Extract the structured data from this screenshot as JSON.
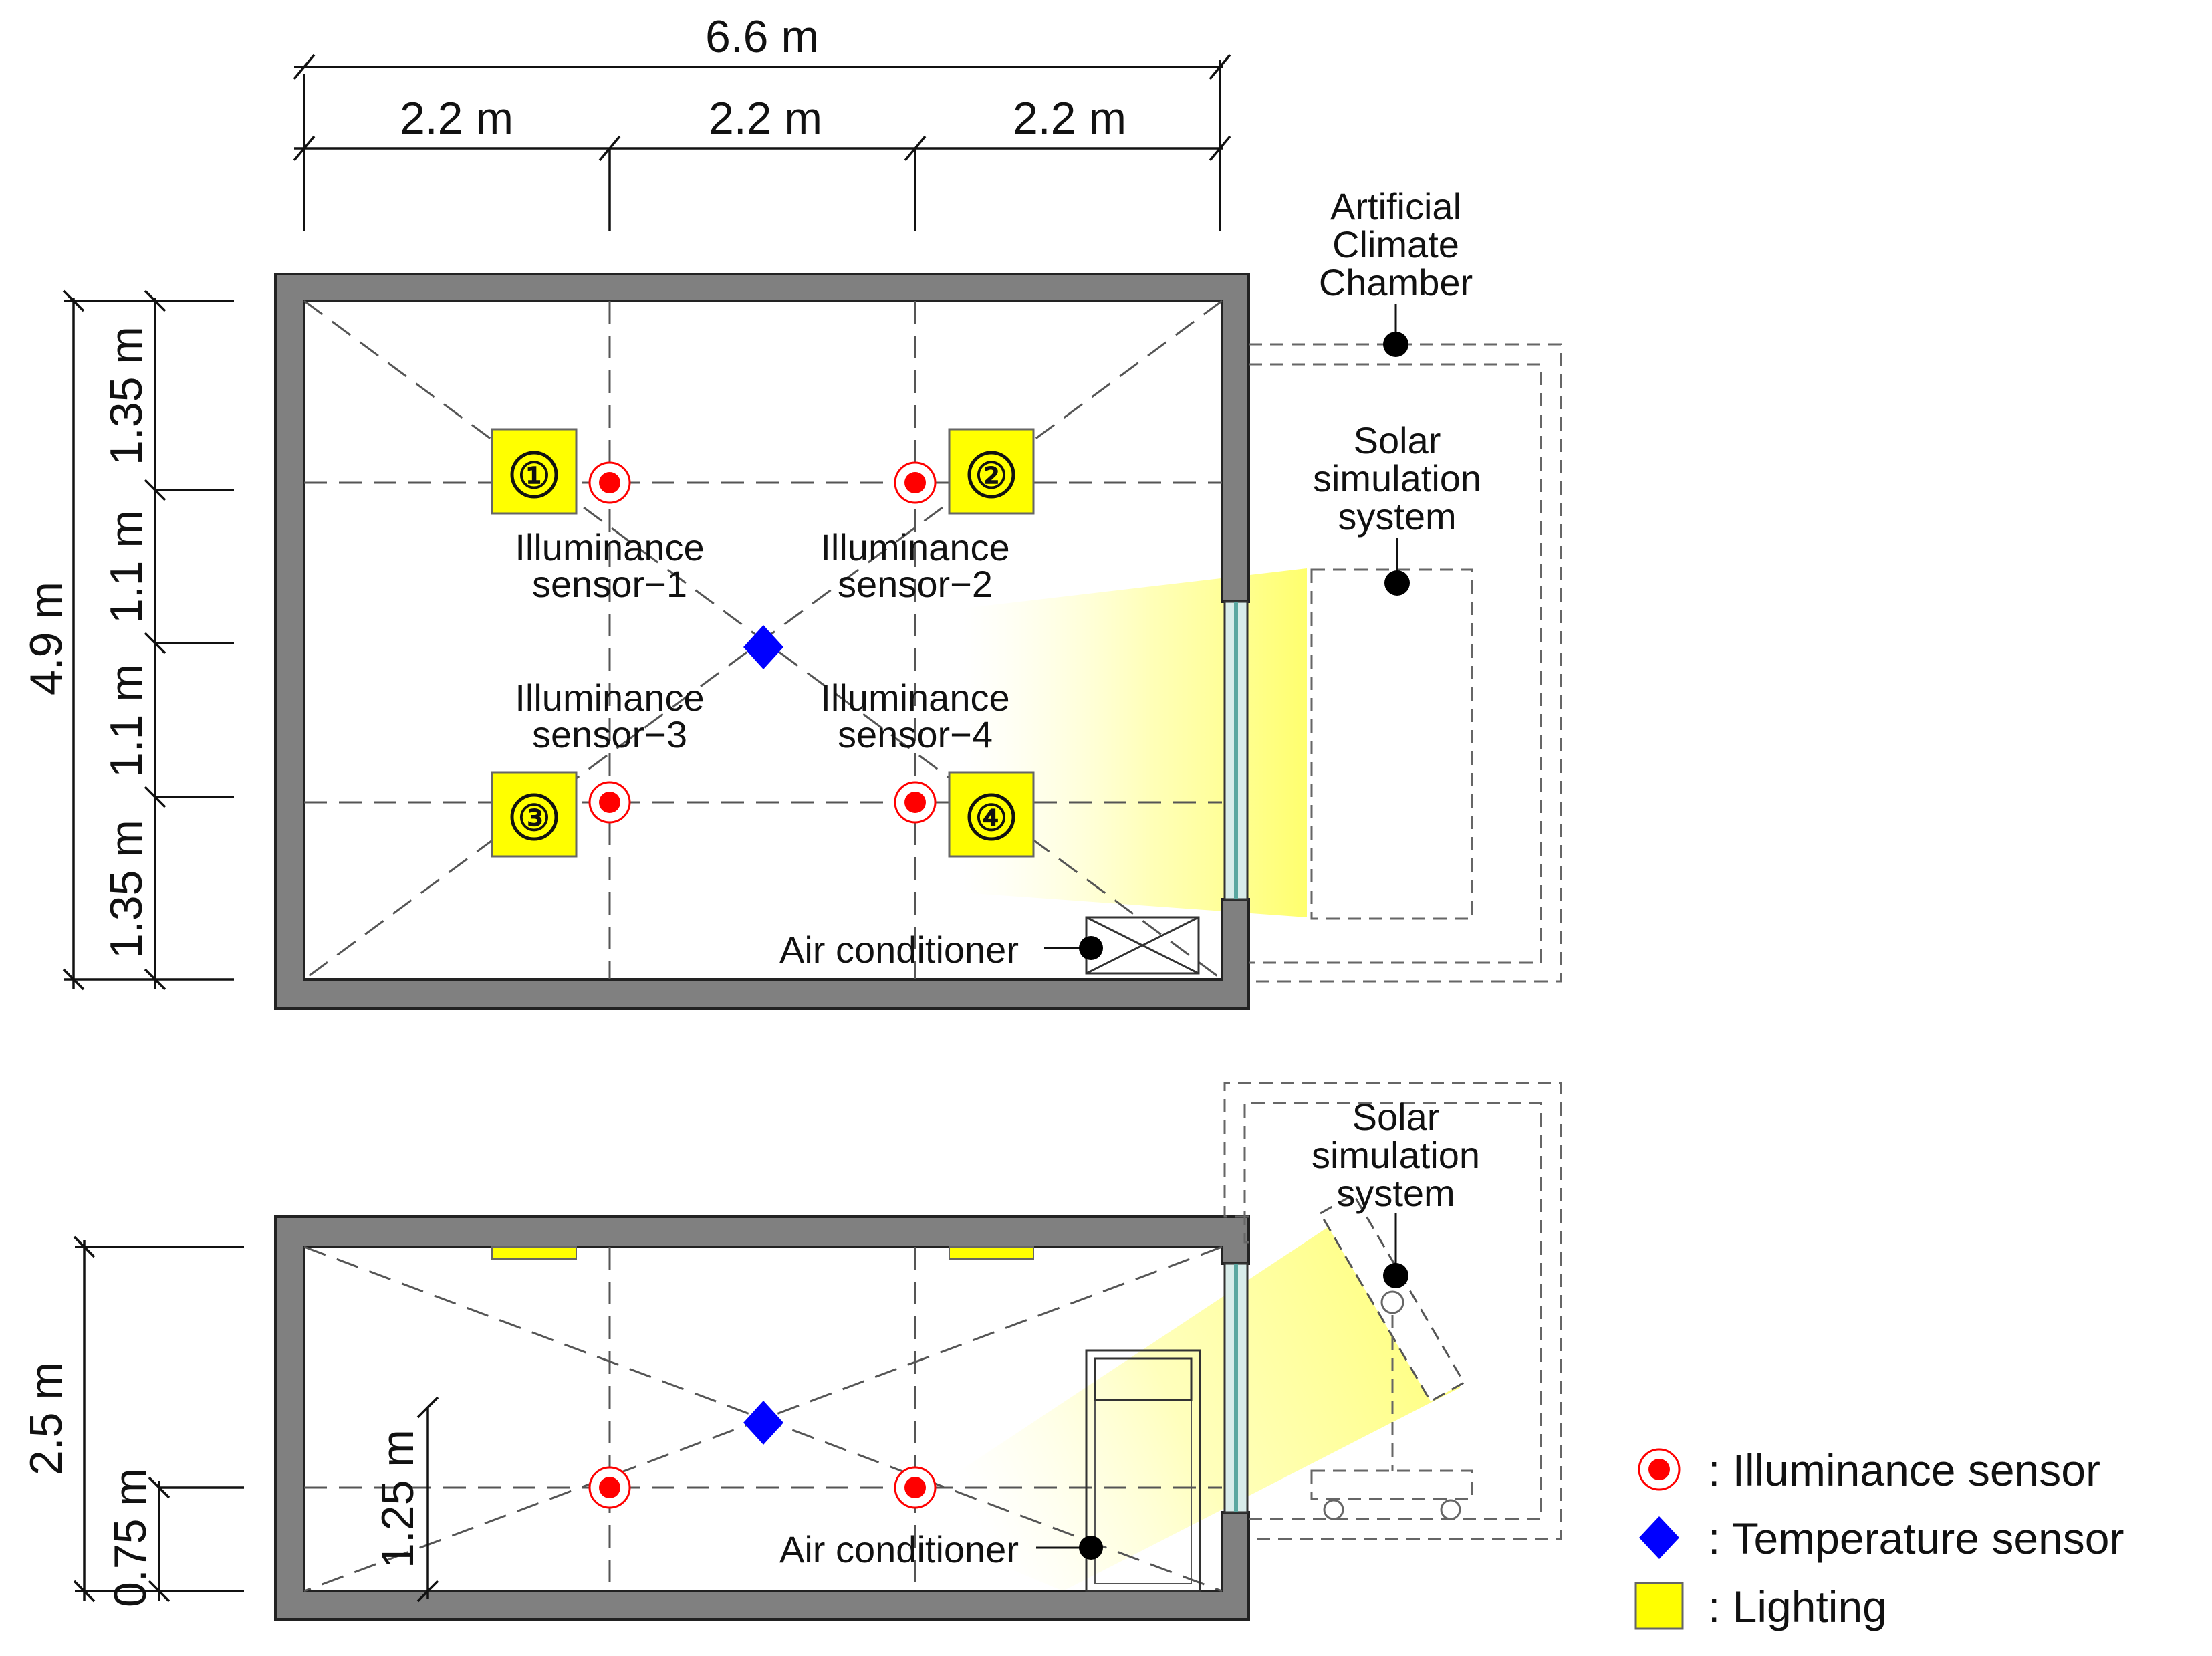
{
  "plan": {
    "total_width": "6.6 m",
    "width_segments": [
      "2.2 m",
      "2.2 m",
      "2.2 m"
    ],
    "total_depth": "4.9 m",
    "depth_segments": [
      "1.35 m",
      "1.1 m",
      "1.1 m",
      "1.35 m"
    ],
    "chamber_label": [
      "Artificial",
      "Climate",
      "Chamber"
    ],
    "solar_label": [
      "Solar",
      "simulation",
      "system"
    ],
    "lights": [
      "①",
      "②",
      "③",
      "④"
    ],
    "sensors": [
      [
        "Illuminance",
        "sensor−1"
      ],
      [
        "Illuminance",
        "sensor−2"
      ],
      [
        "Illuminance",
        "sensor−3"
      ],
      [
        "Illuminance",
        "sensor−4"
      ]
    ],
    "ac_label": "Air  conditioner"
  },
  "section": {
    "height": "2.5 m",
    "sensor_height": "0.75 m",
    "temp_height": "1.25 m",
    "solar_label": [
      "Solar",
      "simulation",
      "system"
    ],
    "ac_label": "Air  conditioner"
  },
  "legend": [
    {
      "symbol": "illuminance-sensor",
      "text": ":  Illuminance  sensor"
    },
    {
      "symbol": "temperature-sensor",
      "text": ":  Temperature  sensor"
    },
    {
      "symbol": "lighting",
      "text": ":  Lighting"
    }
  ],
  "colors": {
    "wall": "#808080",
    "lighting": "#ffff00",
    "sensor": "#ff0000",
    "temperature": "#0000ff",
    "light_beam": "#ffff99",
    "glass": "#5aa7a0"
  }
}
